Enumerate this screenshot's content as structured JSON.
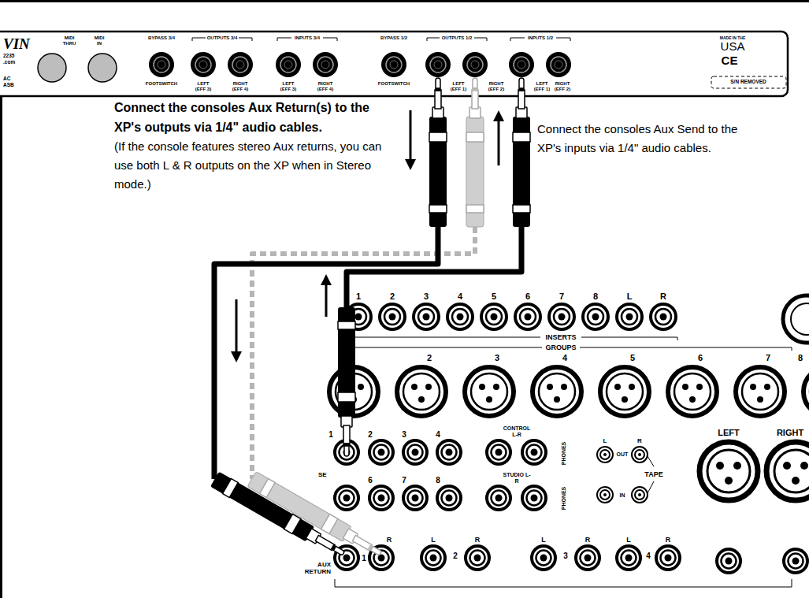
{
  "diagram": {
    "labels": [
      "VIN",
      "2235",
      ".com",
      "AC",
      "ASB",
      "MIDI THRU",
      "MIDI IN",
      "BYPASS 3/4",
      "FOOTSWITCH",
      "OUTPUTS 3/4",
      "LEFT (EFF 3)",
      "RIGHT (EFF 4)",
      "INPUTS 3/4",
      "LEFT (EFF 3)",
      "RIGHT (EFF 4)",
      "BYPASS 1/2",
      "FOOTSWITCH",
      "OUTPUTS 1/2",
      "LEFT (EFF 1)",
      "RIGHT (EFF 2)",
      "INPUTS 1/2",
      "LEFT (EFF 1)",
      "RIGHT (EFF 2)",
      "MADE IN THE",
      "USA",
      "CE",
      "S/N REMOVED",
      "Connect the consoles Aux Return(s) to the XP's outputs via 1/4\" audio cables.",
      "(If the console features stereo Aux returns, you can use both L & R outputs on the XP when in Stereo mode.)",
      "Connect the consoles Aux Send to the XP's inputs via 1/4\" audio cables.",
      "1",
      "2",
      "3",
      "4",
      "5",
      "6",
      "7",
      "8",
      "L",
      "R",
      "INSERTS",
      "GROUPS",
      "2",
      "3",
      "4",
      "5",
      "6",
      "7",
      "8",
      "1",
      "2",
      "3",
      "4",
      "CONTROL L-R",
      "PHONES",
      "L",
      "OUT",
      "R",
      "LEFT",
      "RIGHT",
      "SE",
      "6",
      "7",
      "8",
      "STUDIO L-R",
      "PHONES",
      "IN",
      "TAPE",
      "R",
      "1",
      "L",
      "2",
      "R",
      "L",
      "3",
      "R",
      "L",
      "4",
      "R",
      "AUX RETURN"
    ]
  }
}
